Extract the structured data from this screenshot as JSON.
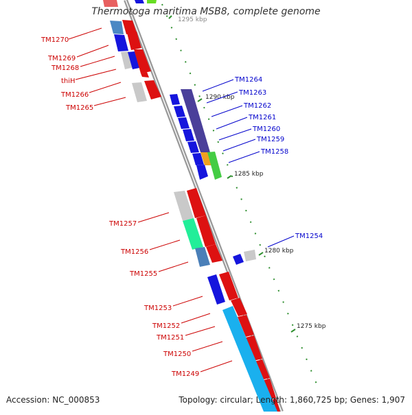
{
  "title": "Thermotoga maritima MSB8, complete genome",
  "footer": {
    "accession": "Accession: NC_000853",
    "summary": "Topology: circular; Length: 1,860,725 bp; Genes: 1,907"
  },
  "colors": {
    "forward_label": "#cc0000",
    "reverse_label": "#0000cc",
    "backbone": "#9a9a9a",
    "tick": "#339933"
  },
  "ticks": [
    {
      "label": "1295 kbp",
      "visible": "partial"
    },
    {
      "label": "1290 kbp"
    },
    {
      "label": "1285 kbp"
    },
    {
      "label": "1280 kbp"
    },
    {
      "label": "1275 kbp"
    }
  ],
  "genes": {
    "forward": [
      "TM1270",
      "TM1269",
      "TM1268",
      "thiH",
      "TM1266",
      "TM1265",
      "TM1257",
      "TM1256",
      "TM1255",
      "TM1253",
      "TM1252",
      "TM1251",
      "TM1250",
      "TM1249"
    ],
    "reverse": [
      "TM1264",
      "TM1263",
      "TM1262",
      "TM1261",
      "TM1260",
      "TM1259",
      "TM1258",
      "TM1254"
    ]
  }
}
